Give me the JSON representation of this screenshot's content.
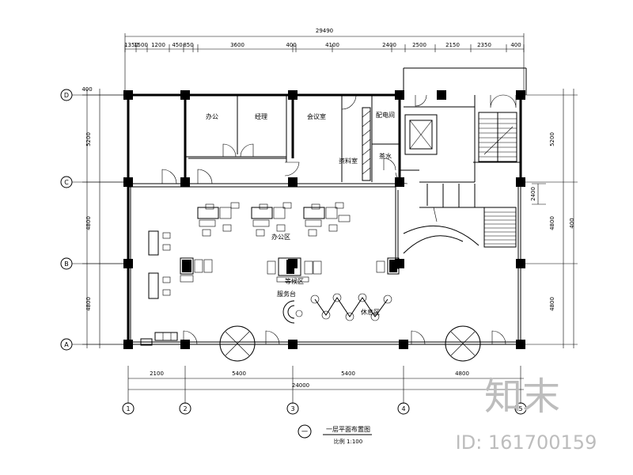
{
  "dimensions": {
    "top_total": "29490",
    "top_segments": [
      "1350",
      "1500",
      "1200",
      "450",
      "850",
      "3600",
      "400",
      "4100",
      "2400",
      "2500",
      "2150",
      "2350",
      "400"
    ],
    "bottom_segments": [
      "2100",
      "5400",
      "5400",
      "4800"
    ],
    "bottom_total": "24000",
    "left_segments": [
      "5200",
      "4800",
      "4800"
    ],
    "left_top": "400",
    "right_segments": [
      "5200",
      "4800",
      "4800"
    ],
    "right_top": "400",
    "right_stair": "2400"
  },
  "axes": {
    "rows": [
      "D",
      "C",
      "B",
      "A"
    ],
    "columns": [
      "1",
      "2",
      "3",
      "4",
      "5"
    ]
  },
  "rooms": {
    "office_a": "办公",
    "office_b": "经理",
    "meeting": "会议室",
    "archive": "资料室",
    "pantry": "茶水",
    "electric": "配电间",
    "office_hall": "办公区",
    "waiting": "等候区",
    "reception": "服务台",
    "lounge": "休息区"
  },
  "title_block": {
    "number": "一",
    "title": "一层平面布置图",
    "scale": "比例 1:100"
  },
  "watermark": {
    "brand": "知末",
    "id_text": "ID: 161700159"
  }
}
